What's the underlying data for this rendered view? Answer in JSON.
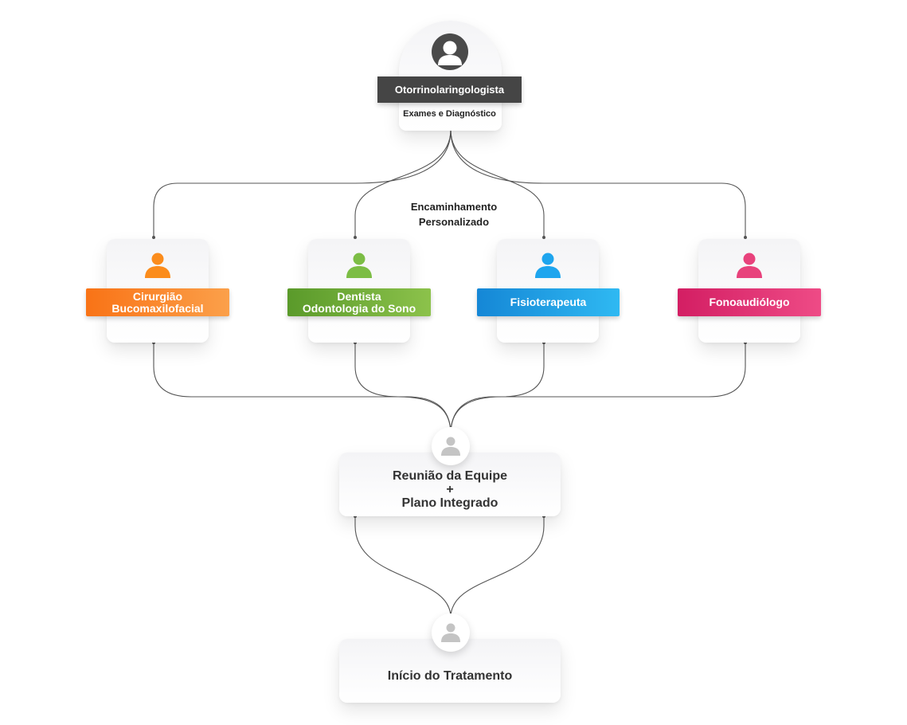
{
  "top": {
    "title": "Otorrinolaringologista",
    "subtitle": "Exames e Diagnóstico"
  },
  "referral_label": [
    "Encaminhamento",
    "Personalizado"
  ],
  "specialists": [
    {
      "lines": [
        "Cirurgião",
        "Bucomaxilofacial"
      ],
      "color_from": "#f97316",
      "color_to": "#fba04a",
      "icon_color": "#fb8c1c"
    },
    {
      "lines": [
        "Dentista",
        "Odontologia do Sono"
      ],
      "color_from": "#5a9a2a",
      "color_to": "#8cc24b",
      "icon_color": "#7cbd45"
    },
    {
      "lines": [
        "Fisioterapeuta"
      ],
      "color_from": "#1587d6",
      "color_to": "#2fb9f2",
      "icon_color": "#1ea5ee"
    },
    {
      "lines": [
        "Fonoaudiólogo"
      ],
      "color_from": "#d31e63",
      "color_to": "#ee4b86",
      "icon_color": "#e8427c"
    }
  ],
  "team_meeting": {
    "line1": "Reunião da Equipe",
    "plus": "+",
    "line2": "Plano Integrado"
  },
  "treatment_start": "Início do Tratamento",
  "connector_color": "#555555"
}
